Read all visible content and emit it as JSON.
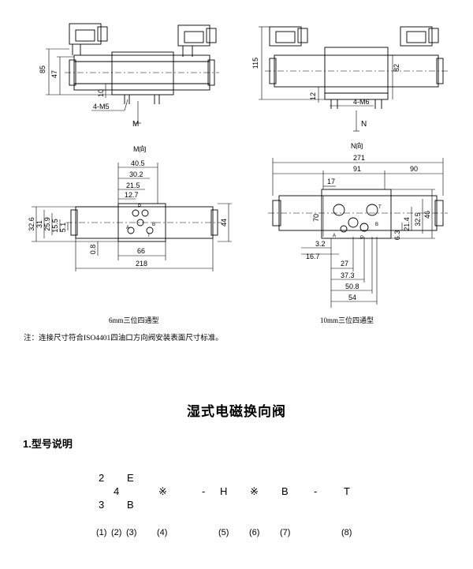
{
  "drawing": {
    "m_valve": {
      "dim_85": "85",
      "dim_47": "47",
      "dim_10": "10",
      "thread": "4-M5",
      "section": "M"
    },
    "n_valve": {
      "dim_115": "115",
      "dim_82": "82",
      "dim_12": "12",
      "thread": "4-M6",
      "section": "N"
    },
    "m_view": {
      "title": "M向",
      "dims": [
        "40.5",
        "30.2",
        "21.5",
        "12.7",
        "32.6",
        "31",
        "25.9",
        "15.5",
        "5.1",
        "0.8",
        "66",
        "218",
        "44"
      ],
      "ports": [
        "P",
        "T",
        "A",
        "B"
      ],
      "caption": "6mm三位四通型"
    },
    "n_view": {
      "title": "N向",
      "dims": [
        "271",
        "91",
        "90",
        "17",
        "70",
        "3.2",
        "16.7",
        "27",
        "37.3",
        "50.8",
        "54",
        "6.3",
        "21.4",
        "32.5",
        "46"
      ],
      "ports": [
        "P",
        "T",
        "A",
        "B"
      ],
      "caption": "10mm三位四通型"
    }
  },
  "note": "注：连接尺寸符合ISO4401四油口方向阀安装表面尺寸标准。",
  "heading": "湿式电磁换向阀",
  "section_title": "1.型号说明",
  "model_code": {
    "row1": [
      "2",
      "E"
    ],
    "row2": [
      "4",
      "※",
      "-",
      "H",
      "※",
      "B",
      "-",
      "T"
    ],
    "row3": [
      "3",
      "B"
    ]
  },
  "labels": [
    "(1)",
    "(2)",
    "(3)",
    "(4)",
    "(5)",
    "(6)",
    "(7)",
    "(8)"
  ]
}
